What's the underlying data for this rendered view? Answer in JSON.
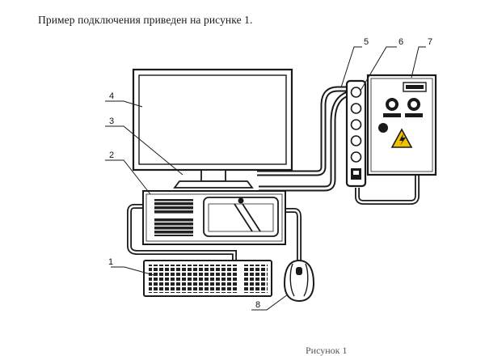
{
  "intro_text": "Пример подключения приведен на рисунке 1.",
  "figure_caption": "Рисунок 1",
  "callouts": [
    {
      "id": "1",
      "text": "1"
    },
    {
      "id": "2",
      "text": "2"
    },
    {
      "id": "3",
      "text": "3"
    },
    {
      "id": "4",
      "text": "4"
    },
    {
      "id": "5",
      "text": "5"
    },
    {
      "id": "6",
      "text": "6"
    },
    {
      "id": "7",
      "text": "7"
    },
    {
      "id": "8",
      "text": "8"
    }
  ],
  "colors": {
    "stroke": "#1a1a1a",
    "fill_dark": "#222222",
    "warning": "#f2c200"
  }
}
